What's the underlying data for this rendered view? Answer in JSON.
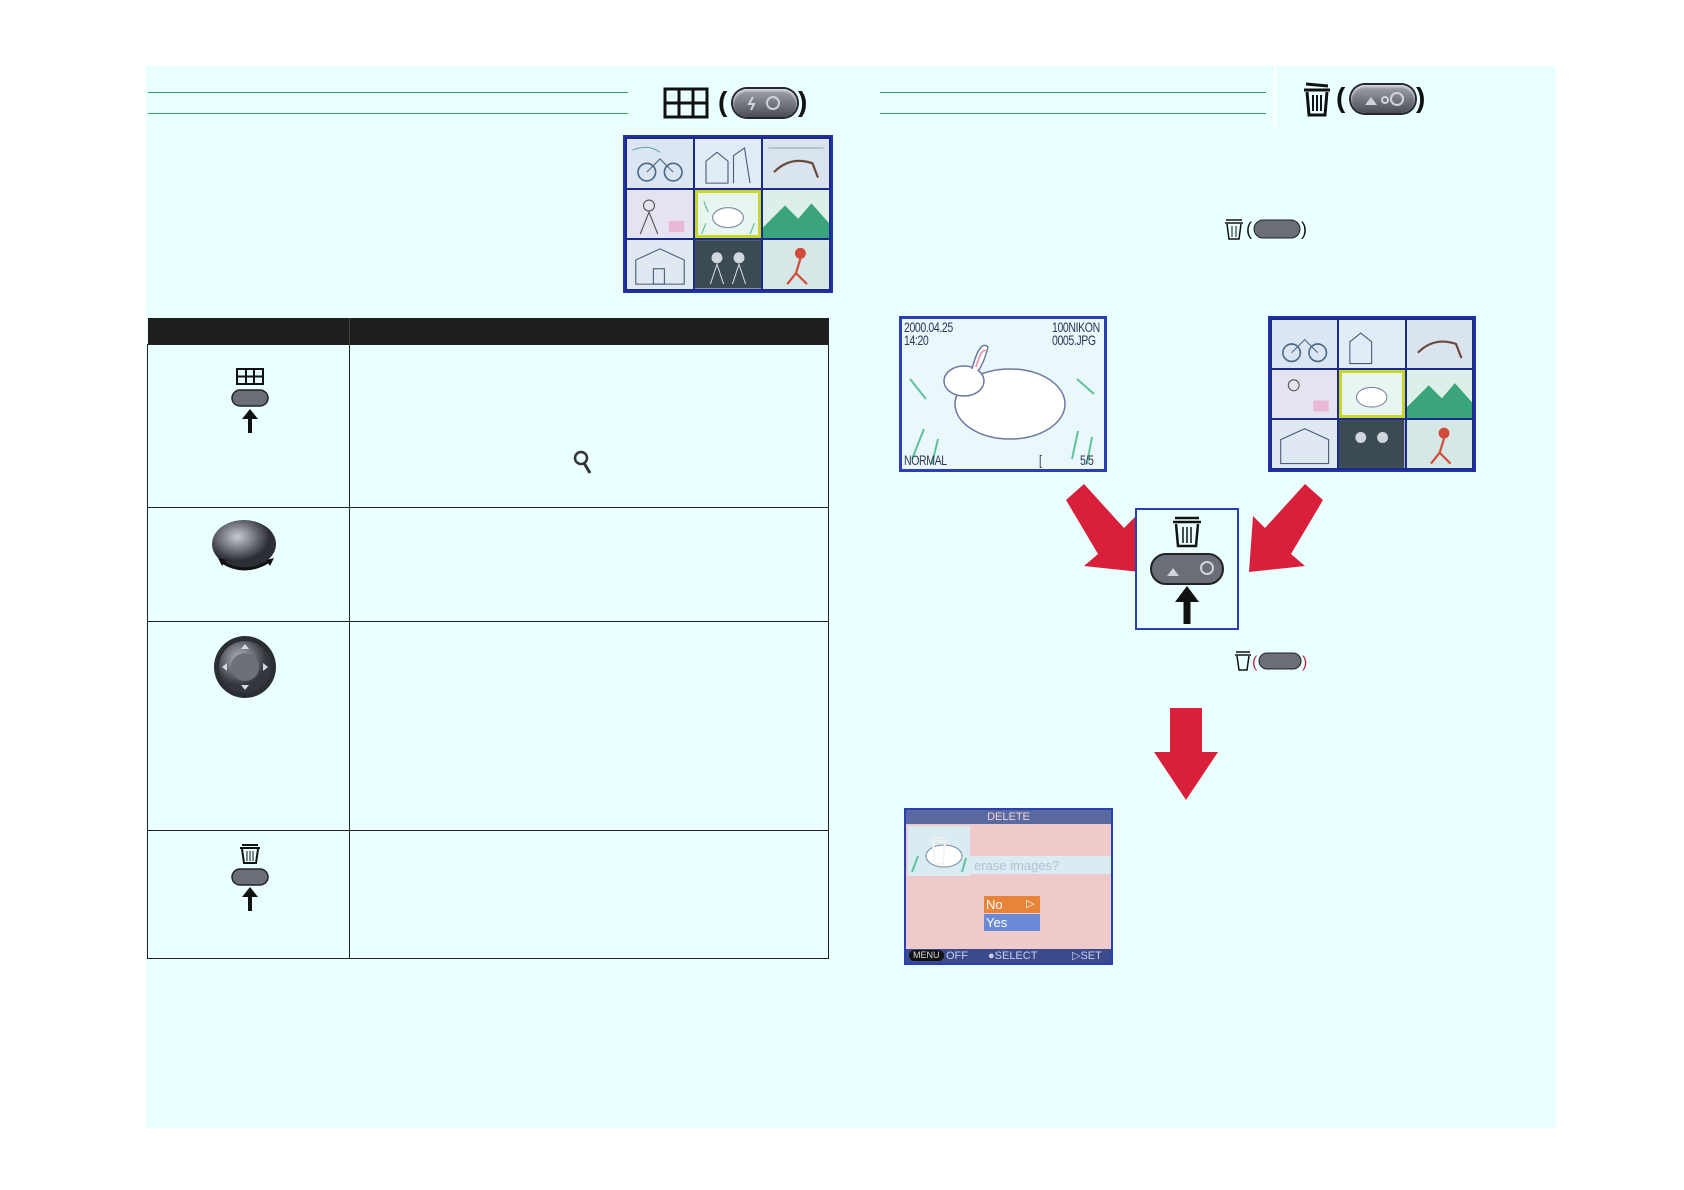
{
  "left_section": {
    "header_icons": [
      "thumbnail-grid-icon",
      "flash-mode-button-icon"
    ]
  },
  "control_table": {
    "rows": [
      {
        "icon": "thumbnail-grid-button-press-icon",
        "inline_icon": "zoom-magnifier-icon"
      },
      {
        "icon": "command-dial-icon"
      },
      {
        "icon": "multi-selector-icon"
      },
      {
        "icon": "delete-button-press-icon"
      }
    ]
  },
  "right_section": {
    "header_icons": [
      "trash-icon",
      "delete-mode-button-icon"
    ],
    "full_frame_screen": {
      "date": "2000.04.25",
      "time": "14:20",
      "folder": "100NIKON",
      "filename": "0005.JPG",
      "quality": "NORMAL",
      "bracket": "[",
      "frame_count": "5/5"
    },
    "delete_dialog": {
      "title": "DELETE",
      "prompt": "erase images?",
      "options": [
        "No",
        "Yes"
      ],
      "selected_option": "No",
      "option_marker": "▷",
      "footer": {
        "menu_label": "MENU",
        "off_label": "OFF",
        "select_label": "●SELECT",
        "set_label": "▷SET"
      }
    }
  },
  "colors": {
    "page_bg": "#eaffff",
    "rule_green": "#35a35a",
    "arrow_red": "#d8203a",
    "lcd_border": "#2b3fb5",
    "selection_yellow": "#c8d82a"
  }
}
